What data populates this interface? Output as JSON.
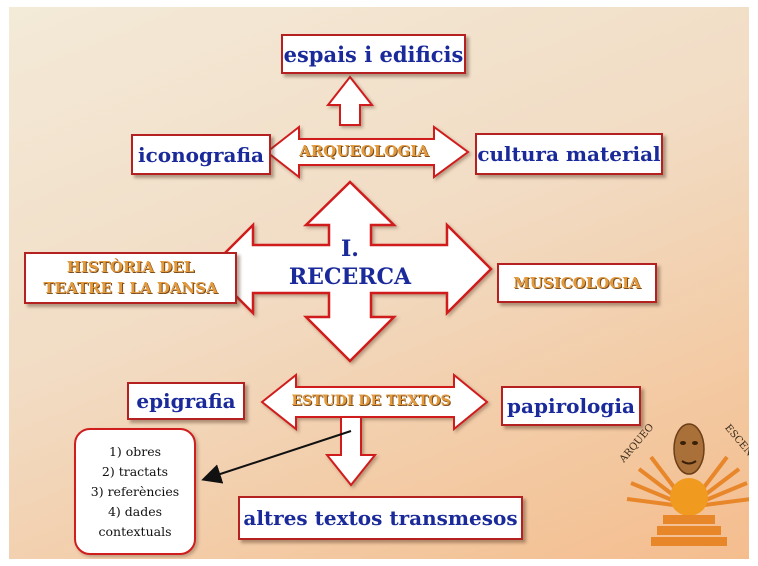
{
  "colors": {
    "box_border": "#b52020",
    "title_blue": "#1a2a9a",
    "label_orange": "#e39a3c",
    "arrow_border": "#d01d1d"
  },
  "top_box": "espais i edificis",
  "left_top_box": "iconografia",
  "arrow_top_label": "ARQUEOLOGIA",
  "right_top_box": "cultura material",
  "left_mid_box": {
    "line1": "HISTÒRIA DEL",
    "line2": "TEATRE I LA DANSA"
  },
  "center": {
    "line1": "I.",
    "line2": "RECERCA"
  },
  "right_mid_box": "MUSICOLOGIA",
  "left_bottom_box": "epigrafia",
  "arrow_bottom_label": "ESTUDI DE TEXTOS",
  "right_bottom_box": "papirologia",
  "bottom_box": "altres textos transmesos",
  "list_items": [
    "1) obres",
    "2) tractats",
    "3) referències",
    "4) dades",
    "contextuals"
  ],
  "logo": {
    "left_text": "ARQUEO",
    "right_text": "ESCENA"
  }
}
